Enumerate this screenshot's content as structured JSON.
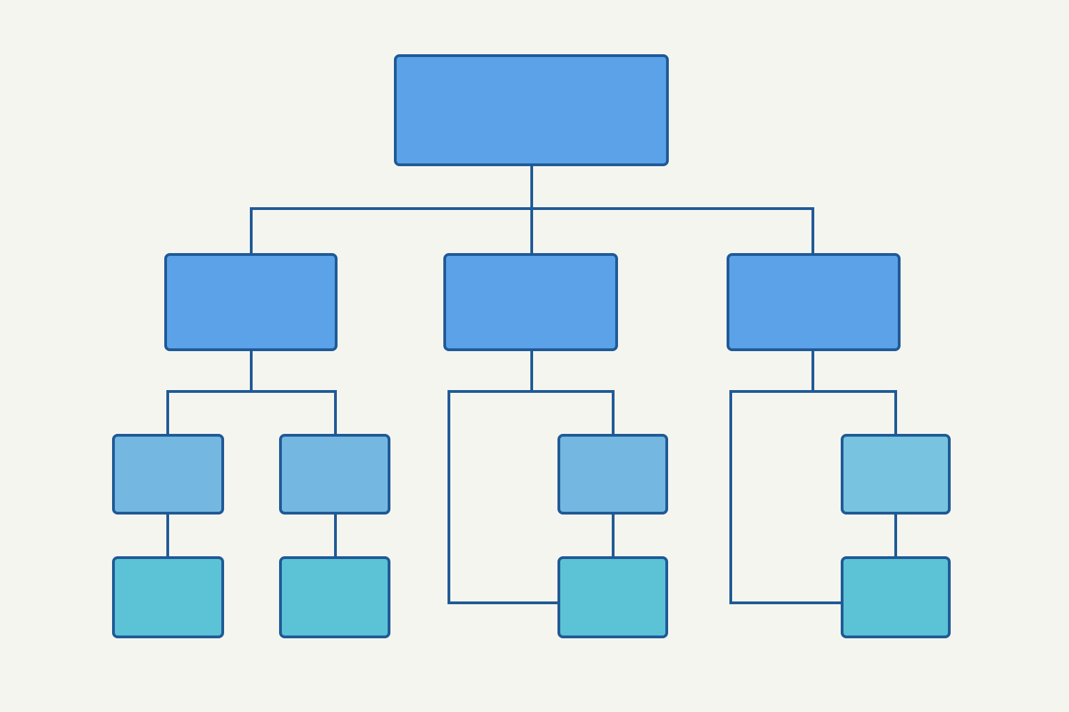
{
  "diagram": {
    "type": "org-chart",
    "background": "#f5f5f0",
    "stroke_color": "#1f5a96",
    "colors": {
      "level_1": "#5ca2e8",
      "level_2": "#5ca2e8",
      "level_3": "#74b8e2",
      "level_3_alt": "#78c3df",
      "level_4": "#5cc2d6"
    },
    "nodes": [
      {
        "id": "root",
        "level": 1,
        "label": ""
      },
      {
        "id": "b1",
        "level": 2,
        "parent": "root",
        "label": ""
      },
      {
        "id": "b2",
        "level": 2,
        "parent": "root",
        "label": ""
      },
      {
        "id": "b3",
        "level": 2,
        "parent": "root",
        "label": ""
      },
      {
        "id": "b1c1",
        "level": 3,
        "parent": "b1",
        "label": ""
      },
      {
        "id": "b1c2",
        "level": 3,
        "parent": "b1",
        "label": ""
      },
      {
        "id": "b2c1",
        "level": 3,
        "parent": "b2",
        "label": ""
      },
      {
        "id": "b3c1",
        "level": 3,
        "parent": "b3",
        "label": ""
      },
      {
        "id": "b1c1g",
        "level": 4,
        "parent": "b1c1",
        "label": ""
      },
      {
        "id": "b1c2g",
        "level": 4,
        "parent": "b1c2",
        "label": ""
      },
      {
        "id": "b2c1g",
        "level": 4,
        "parent": "b2c1",
        "label": ""
      },
      {
        "id": "b3c1g",
        "level": 4,
        "parent": "b3c1",
        "label": ""
      }
    ]
  }
}
